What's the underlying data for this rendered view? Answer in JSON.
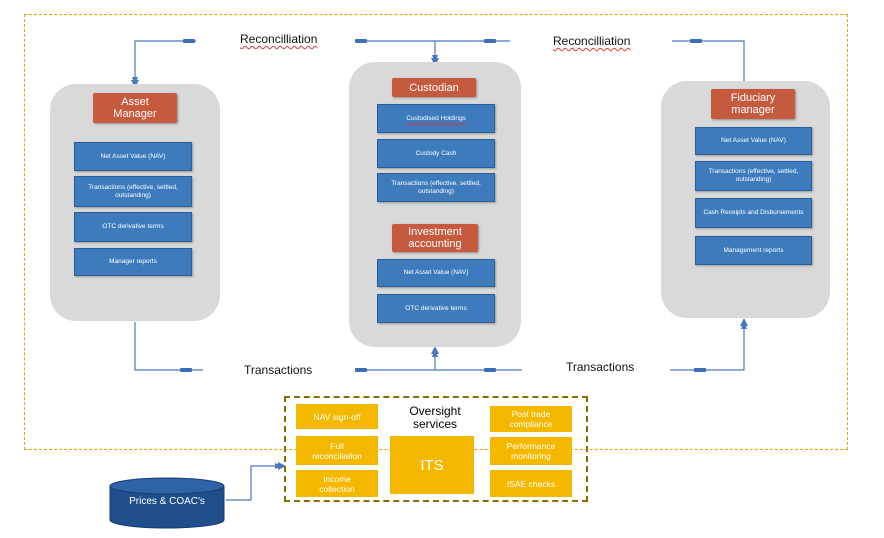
{
  "flows": {
    "reconciliation_left": "Reconcilliation",
    "reconciliation_right": "Reconcilliation",
    "transactions_left": "Transactions",
    "transactions_right": "Transactions"
  },
  "asset_manager": {
    "title": "Asset Manager",
    "items": [
      "Net Asset Value (NAV)",
      "Transactions (effective, settled, outstanding)",
      "OTC derivative terms",
      "Manager reports"
    ]
  },
  "custodian": {
    "title": "Custodian",
    "items": [
      "Custodised Holdings",
      "Custody Cash",
      "Transactions (effective, settled, outstanding)"
    ]
  },
  "investment_accounting": {
    "title": "Investment accounting",
    "items": [
      "Net Asset Value (NAV)",
      "OTC derivative terms"
    ]
  },
  "fiduciary_manager": {
    "title": "Fiduciary manager",
    "items": [
      "Net Asset Value (NAV)",
      "Transactions (effective, settled, outstanding)",
      "Cash Receipts and Disbursements",
      "Management reports"
    ]
  },
  "oversight": {
    "title": "Oversight services",
    "center": "ITS",
    "left_items": [
      "NAV sign-off",
      "Full reconciliation",
      "Income collection"
    ],
    "right_items": [
      "Post trade compliance",
      "Performance monitoring",
      "ISAE checks"
    ]
  },
  "database": {
    "label": "Prices & COAC's"
  },
  "colors": {
    "title_box": "#c65a3e",
    "item_box": "#3d7bbd",
    "panel": "#d9d9d9",
    "oversight_box": "#f5b800",
    "dashed_border": "#e8a200",
    "connector": "#4a78c0"
  }
}
